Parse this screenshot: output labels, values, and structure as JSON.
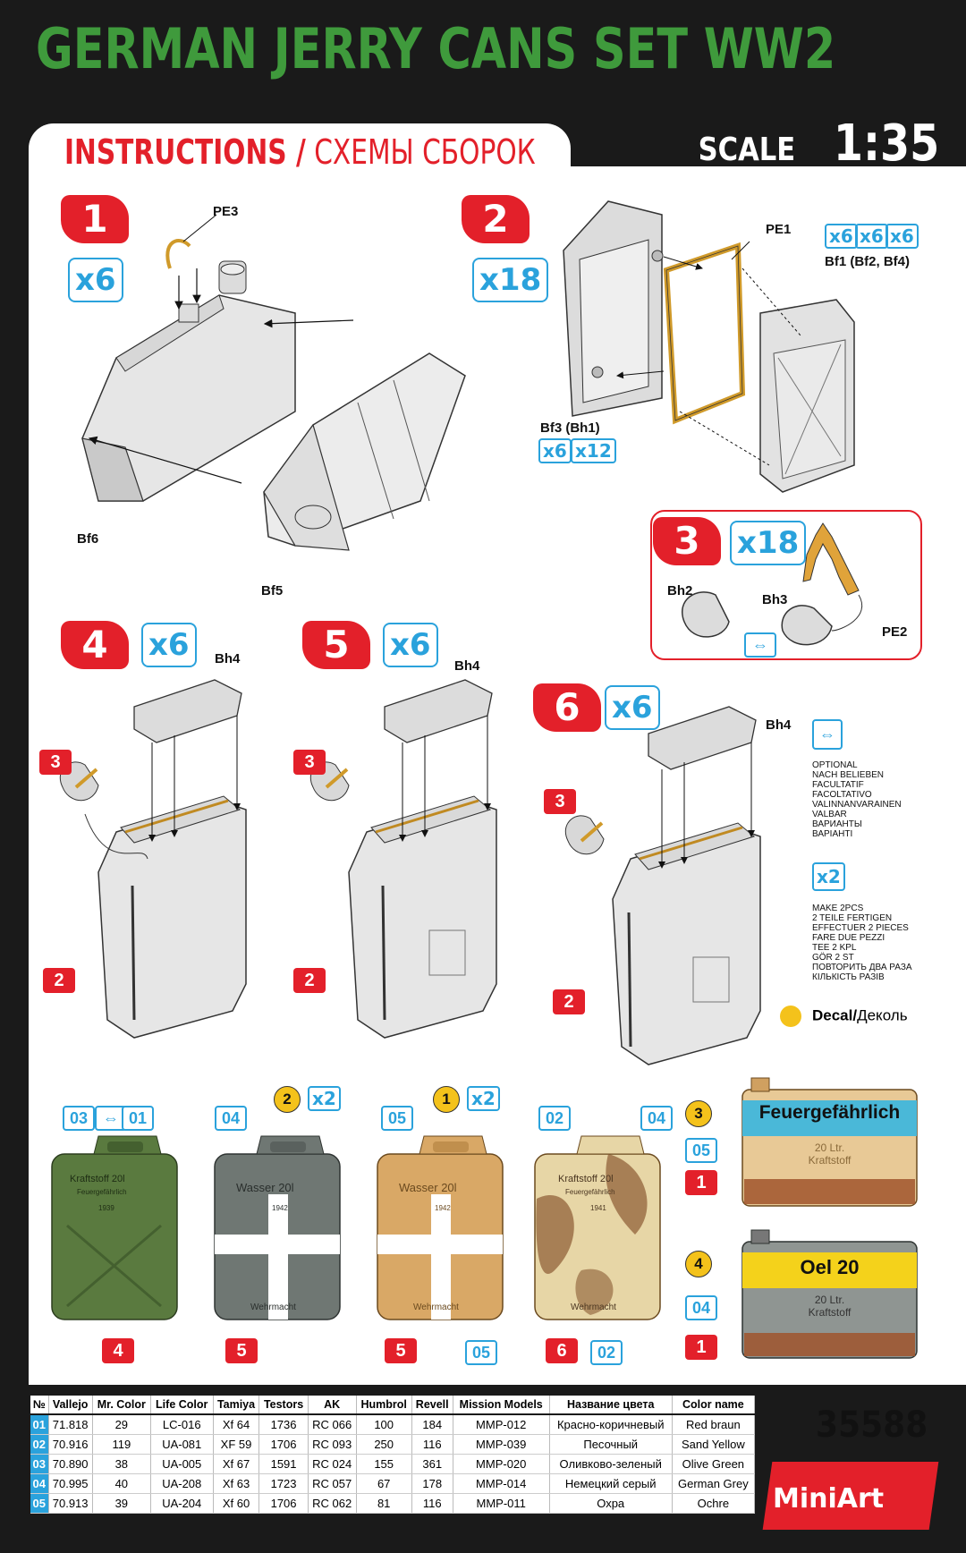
{
  "header": {
    "title": "GERMAN JERRY CANS SET WW2",
    "scale_label": "SCALE",
    "scale_value": "1:35",
    "instructions_en": "INSTRUCTIONS /",
    "instructions_ru": " СХЕМЫ СБОРОК"
  },
  "steps": [
    {
      "number": "1",
      "multiplier": "x6"
    },
    {
      "number": "2",
      "multiplier": "x18"
    },
    {
      "number": "3",
      "multiplier": "x18"
    },
    {
      "number": "4",
      "multiplier": "x6"
    },
    {
      "number": "5",
      "multiplier": "x6"
    },
    {
      "number": "6",
      "multiplier": "x6"
    }
  ],
  "part_labels": {
    "pe3": "PE3",
    "bf6": "Bf6",
    "bf5": "Bf5",
    "pe1": "PE1",
    "bf1": "Bf1 (Bf2, Bf4)",
    "bf3": "Bf3 (Bh1)",
    "bh2": "Bh2",
    "bh3": "Bh3",
    "pe2": "PE2",
    "bh4": "Bh4"
  },
  "mini_mult": {
    "x6": "x6",
    "x12": "x12",
    "x2": "x2"
  },
  "sub_refs": {
    "three": "3",
    "two": "2"
  },
  "can_decals": {
    "kraftstoff": "Kraftstoff 20l",
    "feuer": "Feuergefährlich",
    "wasser": "Wasser 20l",
    "wehrmacht": "Wehrmacht",
    "year1939": "1939",
    "year1942": "1942",
    "year1941": "1941"
  },
  "legend": {
    "optional": "OPTIONAL\nNACH BELIEBEN\nFACULTATIF\nFACOLTATIVO\nVALINNANVARAINEN\nVALBAR\nВАРИАНТЫ\nВАРІАНТІ",
    "make2": "MAKE 2pcs\n2 TEILE FERTIGEN\nEFFECTUER 2 PIECES\nFARE DUE PEZZI\nTEE 2 KPL\nGÖR 2 ST\nПОВТОРИТЬ ДВА РАЗА\nКІЛЬКІСТЬ РАЗІВ",
    "decal_en": "Decal/",
    "decal_ru": "Деколь"
  },
  "painting": {
    "can1_refs": [
      "03",
      "01",
      "4"
    ],
    "can2_refs": [
      "04",
      "2",
      "x2",
      "5"
    ],
    "can3_refs": [
      "05",
      "1",
      "x2",
      "5",
      "05"
    ],
    "can4_refs": [
      "02",
      "04",
      "6",
      "02"
    ],
    "feuer_label": "Feuergefährlich",
    "feuer_sub1": "20 Ltr.",
    "feuer_sub2": "Kraftstoff",
    "feuer_refs": [
      "3",
      "05",
      "1"
    ],
    "oel_label": "Oel 20",
    "oel_sub1": "20 Ltr.",
    "oel_sub2": "Kraftstoff",
    "oel_refs": [
      "4",
      "04",
      "1"
    ]
  },
  "colors": {
    "green": "#5a7a3f",
    "grey": "#6f7773",
    "sand": "#d9a866",
    "camo_base": "#e7d6a6",
    "camo_spot": "#8b5a33",
    "red_brown": "#a0552d",
    "yellow": "#f4d21b",
    "accent_red": "#e3202a",
    "accent_blue": "#2aa2dc",
    "title_green": "#3f9a3c"
  },
  "table": {
    "headers": [
      "№",
      "Vallejo",
      "Mr. Color",
      "Life Color",
      "Tamiya",
      "Testors",
      "AK",
      "Humbrol",
      "Revell",
      "Mission Models",
      "Название цвета",
      "Color name"
    ],
    "rows": [
      [
        "01",
        "71.818",
        "29",
        "LC-016",
        "Xf 64",
        "1736",
        "RC 066",
        "100",
        "184",
        "MMP-012",
        "Красно-коричневый",
        "Red braun"
      ],
      [
        "02",
        "70.916",
        "119",
        "UA-081",
        "XF 59",
        "1706",
        "RC 093",
        "250",
        "116",
        "MMP-039",
        "Песочный",
        "Sand Yellow"
      ],
      [
        "03",
        "70.890",
        "38",
        "UA-005",
        "Xf 67",
        "1591",
        "RC 024",
        "155",
        "361",
        "MMP-020",
        "Оливково-зеленый",
        "Olive Green"
      ],
      [
        "04",
        "70.995",
        "40",
        "UA-208",
        "Xf 63",
        "1723",
        "RC 057",
        "67",
        "178",
        "MMP-014",
        "Немецкий серый",
        "German Grey"
      ],
      [
        "05",
        "70.913",
        "39",
        "UA-204",
        "Xf 60",
        "1706",
        "RC 062",
        "81",
        "116",
        "MMP-011",
        "Охра",
        "Ochre"
      ]
    ]
  },
  "footer": {
    "code": "35588",
    "brand": "MiniArt"
  }
}
